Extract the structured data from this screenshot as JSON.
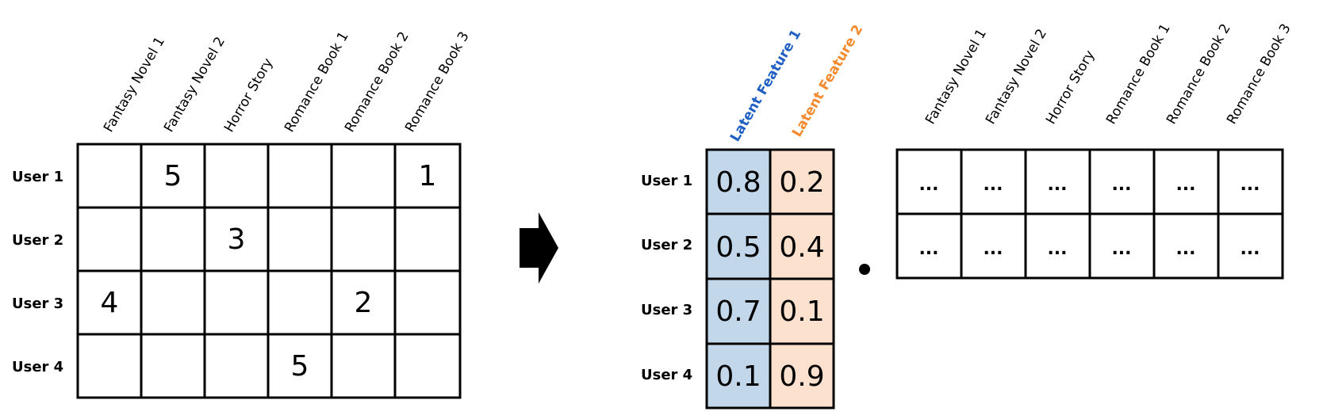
{
  "colors": {
    "latent1_fill": "#c3d7ea",
    "latent2_fill": "#fce1ce",
    "latent1_text": "#1f5fc4",
    "latent2_text": "#f4892d",
    "grid": "#000000"
  },
  "items": [
    "Fantasy Novel 1",
    "Fantasy Novel 2",
    "Horror Story",
    "Romance Book 1",
    "Romance Book 2",
    "Romance Book 3"
  ],
  "users": [
    "User 1",
    "User 2",
    "User 3",
    "User 4"
  ],
  "rating_matrix": [
    [
      "",
      "5",
      "",
      "",
      "",
      "1"
    ],
    [
      "",
      "",
      "3",
      "",
      "",
      ""
    ],
    [
      "4",
      "",
      "",
      "",
      "2",
      ""
    ],
    [
      "",
      "",
      "",
      "5",
      "",
      ""
    ]
  ],
  "latent_features": [
    "Latent Feature 1",
    "Latent Feature 2"
  ],
  "user_factors": [
    [
      "0.8",
      "0.2"
    ],
    [
      "0.5",
      "0.4"
    ],
    [
      "0.7",
      "0.1"
    ],
    [
      "0.1",
      "0.9"
    ]
  ],
  "item_factors": [
    [
      "...",
      "...",
      "...",
      "...",
      "...",
      "..."
    ],
    [
      "...",
      "...",
      "...",
      "...",
      "...",
      "..."
    ]
  ],
  "operator": "•",
  "arrow_icon": "right-arrow-icon"
}
